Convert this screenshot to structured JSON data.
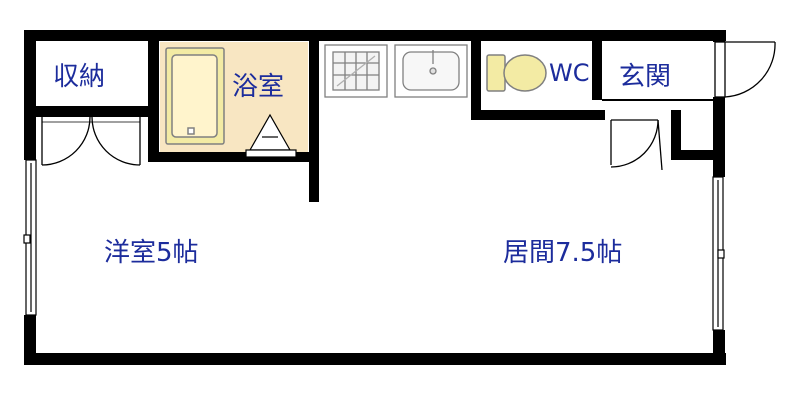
{
  "rooms": {
    "storage": "収納",
    "bath": "浴室",
    "wc": "WC",
    "entrance": "玄関",
    "western_room": "洋室5帖",
    "living_room": "居間7.5帖"
  },
  "colors": {
    "wall": "#000000",
    "label_text": "#1c2c9c",
    "bath_fill": "#f8e6c2",
    "fixture_fill": "#f3eba4",
    "fixture_stroke": "#808080",
    "background": "#ffffff"
  },
  "fixtures": [
    "bathtub",
    "drain",
    "gas-stove",
    "kitchen-sink",
    "toilet",
    "storage-doors",
    "entry-door",
    "closet-door",
    "windows"
  ]
}
